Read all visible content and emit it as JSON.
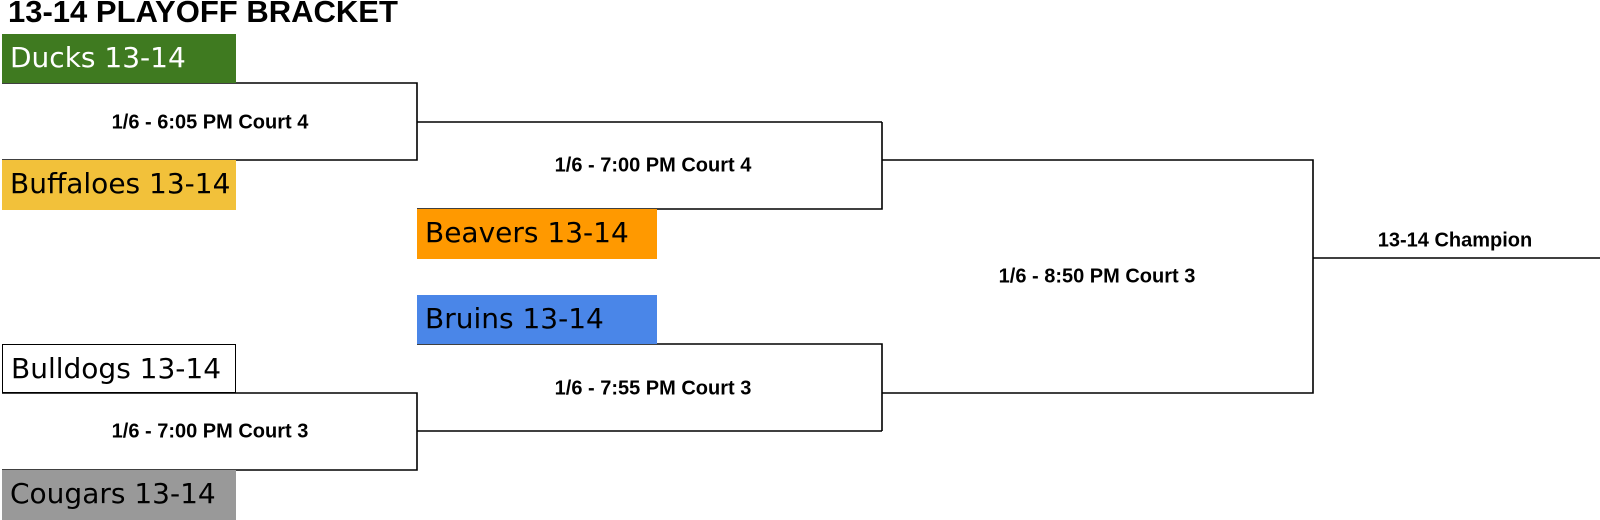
{
  "title": "13-14 PLAYOFF BRACKET",
  "teams": [
    {
      "label": "Ducks 13-14",
      "color": "#3f7a20",
      "text_color": "#ffffff"
    },
    {
      "label": "Buffaloes 13-14",
      "color": "#f2c13a",
      "text_color": "#000000"
    },
    {
      "label": "Beavers 13-14",
      "color": "#ff9900",
      "text_color": "#000000"
    },
    {
      "label": "Bruins 13-14",
      "color": "#4a86e8",
      "text_color": "#000000"
    },
    {
      "label": "Bulldogs 13-14",
      "color": "#ffffff",
      "text_color": "#000000"
    },
    {
      "label": "Cougars 13-14",
      "color": "#999999",
      "text_color": "#000000"
    }
  ],
  "games": [
    {
      "label": "1/6 - 6:05 PM Court 4"
    },
    {
      "label": "1/6 - 7:00 PM Court 4"
    },
    {
      "label": "1/6 - 8:50 PM Court 3"
    },
    {
      "label": "1/6 - 7:55 PM Court 3"
    },
    {
      "label": "1/6 - 7:00 PM Court 3"
    }
  ],
  "champion": {
    "label": "13-14 Champion"
  }
}
